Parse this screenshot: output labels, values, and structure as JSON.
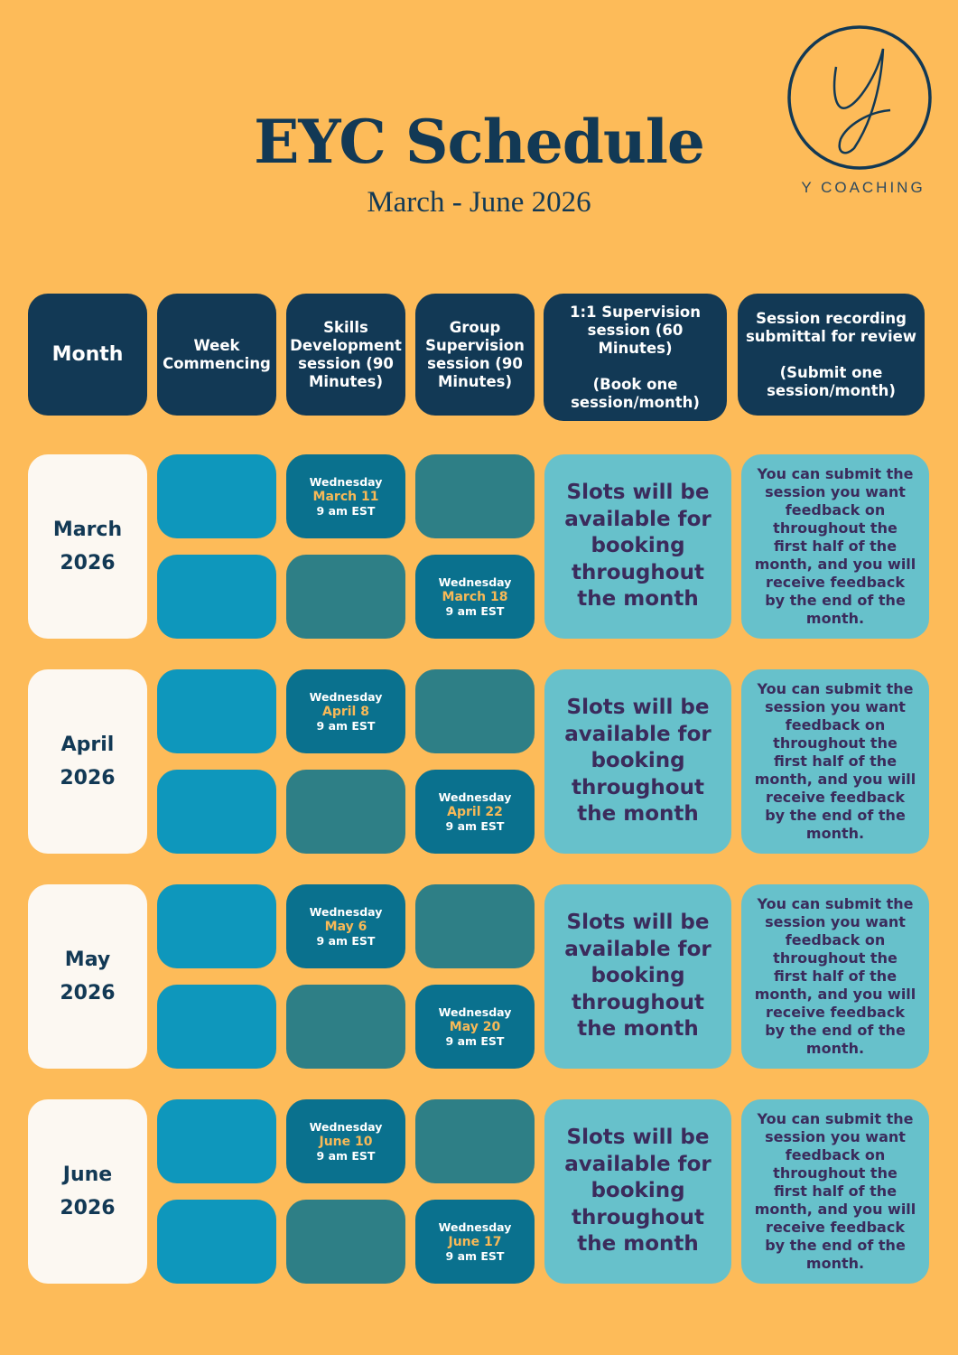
{
  "title": "EYC Schedule",
  "subtitle": "March - June 2026",
  "logo": {
    "letter": "Y",
    "text": "Y COACHING"
  },
  "colors": {
    "background": "#FDBB59",
    "navy": "#123955",
    "cyan": "#0E97BC",
    "teal": "#2E7F86",
    "dark_teal": "#0A718E",
    "light": "#67C1CB",
    "accent": "#F8B957"
  },
  "headers": [
    "Month",
    "Week Commencing",
    "Skills Development session (90 Minutes)",
    "Group Supervision session (90 Minutes)",
    "1:1 Supervision session (60 Minutes)\n\n(Book one session/month)",
    "Session recording submittal for review\n\n(Submit one session/month)"
  ],
  "slots_text": "Slots will be available for booking throughout the month",
  "submit_text": "You can submit the session you want feedback on throughout the first half of the month, and you will receive feedback by the end of the month.",
  "rows": [
    {
      "month": "March",
      "year": "2026",
      "skills": {
        "day": "Wednesday",
        "date": "March 11",
        "time": "9 am EST"
      },
      "group": {
        "day": "Wednesday",
        "date": "March 18",
        "time": "9 am EST"
      }
    },
    {
      "month": "April",
      "year": "2026",
      "skills": {
        "day": "Wednesday",
        "date": "April 8",
        "time": "9 am EST"
      },
      "group": {
        "day": "Wednesday",
        "date": "April 22",
        "time": "9 am EST"
      }
    },
    {
      "month": "May",
      "year": "2026",
      "skills": {
        "day": "Wednesday",
        "date": "May 6",
        "time": "9 am EST"
      },
      "group": {
        "day": "Wednesday",
        "date": "May 20",
        "time": "9 am EST"
      }
    },
    {
      "month": "June",
      "year": "2026",
      "skills": {
        "day": "Wednesday",
        "date": "June 10",
        "time": "9 am EST"
      },
      "group": {
        "day": "Wednesday",
        "date": "June 17",
        "time": "9 am EST"
      }
    }
  ]
}
